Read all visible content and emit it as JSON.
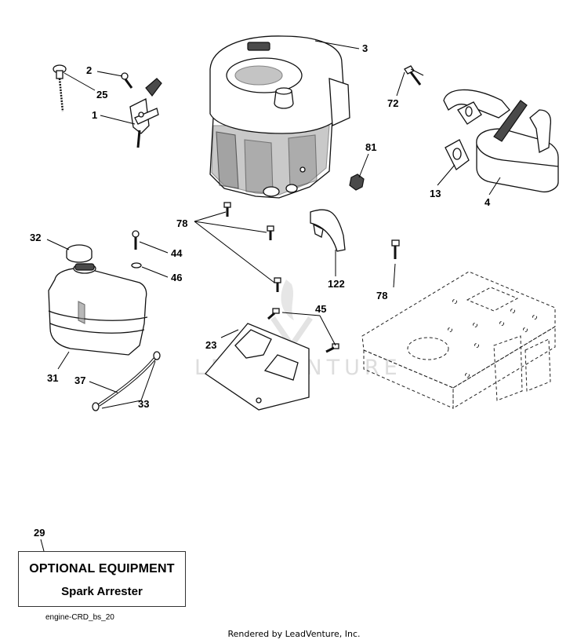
{
  "callouts": {
    "c1": "1",
    "c2": "2",
    "c3": "3",
    "c4": "4",
    "c13": "13",
    "c23": "23",
    "c25": "25",
    "c29": "29",
    "c31": "31",
    "c32": "32",
    "c33": "33",
    "c37": "37",
    "c44": "44",
    "c45": "45",
    "c46": "46",
    "c72": "72",
    "c78a": "78",
    "c78b": "78",
    "c81": "81",
    "c122": "122"
  },
  "optional": {
    "title": "OPTIONAL EQUIPMENT",
    "item": "Spark Arrester"
  },
  "watermark": "LEADVENTURE",
  "diagram_code": "engine-CRD_bs_20",
  "render_credit": "Rendered by LeadVenture, Inc."
}
